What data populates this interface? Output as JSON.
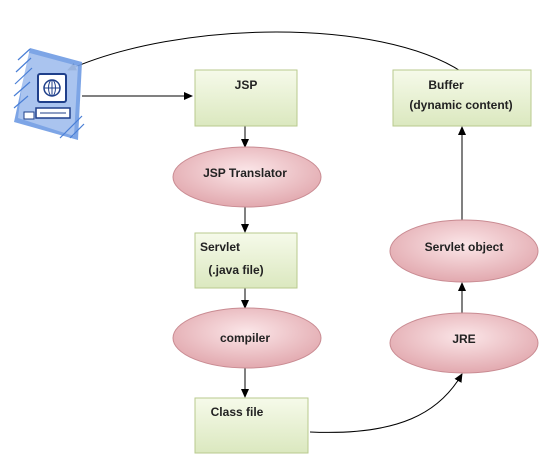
{
  "diagram": {
    "nodes": {
      "jsp": {
        "line1": "JSP"
      },
      "translator": {
        "line1": "JSP Translator"
      },
      "servlet": {
        "line1": "Servlet",
        "line2": "(.java file)"
      },
      "compiler": {
        "line1": "compiler"
      },
      "classfile": {
        "line1": "Class file"
      },
      "jre": {
        "line1": "JRE"
      },
      "servletobject": {
        "line1": "Servlet object"
      },
      "buffer": {
        "line1": "Buffer",
        "line2": "(dynamic content)"
      }
    },
    "colors": {
      "box_fill_top": "#f6faea",
      "box_fill_bottom": "#dbe8bf",
      "box_border": "#b8ca8e",
      "ellipse_fill_center": "#fbe6e8",
      "ellipse_fill_edge": "#e2a9af",
      "ellipse_border": "#c98b92",
      "arrow": "#000000",
      "client_blue": "#4a7fd6",
      "client_dark": "#1f3f8a"
    },
    "icons": {
      "client": "computer-client-icon"
    }
  }
}
